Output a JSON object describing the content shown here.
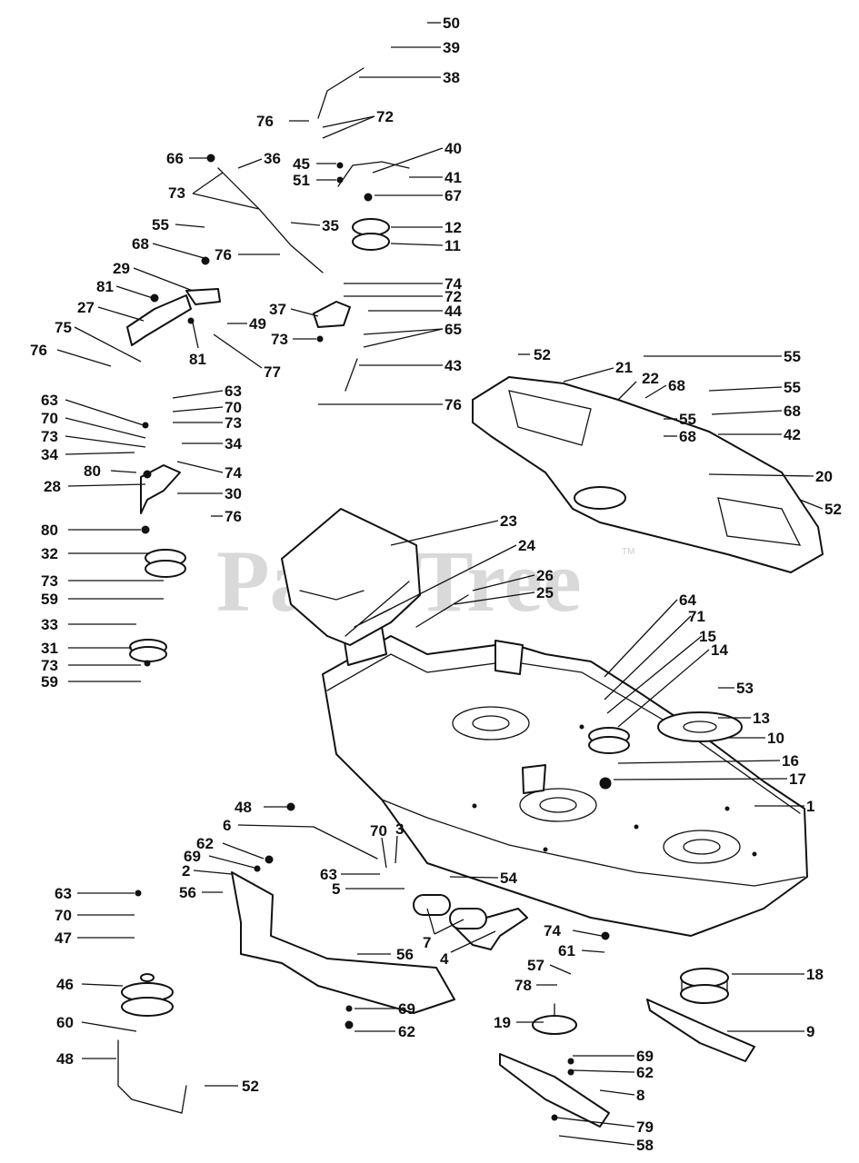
{
  "watermark": {
    "text": "PartsTree",
    "trademark": "TM"
  },
  "callouts": [
    {
      "id": "c50",
      "label": "50"
    },
    {
      "id": "c39",
      "label": "39"
    },
    {
      "id": "c38",
      "label": "38"
    },
    {
      "id": "c76a",
      "label": "76"
    },
    {
      "id": "c72a",
      "label": "72"
    },
    {
      "id": "c66",
      "label": "66"
    },
    {
      "id": "c36",
      "label": "36"
    },
    {
      "id": "c45",
      "label": "45"
    },
    {
      "id": "c40",
      "label": "40"
    },
    {
      "id": "c73a",
      "label": "73"
    },
    {
      "id": "c51",
      "label": "51"
    },
    {
      "id": "c41",
      "label": "41"
    },
    {
      "id": "c67",
      "label": "67"
    },
    {
      "id": "c55a",
      "label": "55"
    },
    {
      "id": "c35",
      "label": "35"
    },
    {
      "id": "c12",
      "label": "12"
    },
    {
      "id": "c68a",
      "label": "68"
    },
    {
      "id": "c76b",
      "label": "76"
    },
    {
      "id": "c11",
      "label": "11"
    },
    {
      "id": "c29",
      "label": "29"
    },
    {
      "id": "c81a",
      "label": "81"
    },
    {
      "id": "c74a",
      "label": "74"
    },
    {
      "id": "c72b",
      "label": "72"
    },
    {
      "id": "c27",
      "label": "27"
    },
    {
      "id": "c37",
      "label": "37"
    },
    {
      "id": "c44",
      "label": "44"
    },
    {
      "id": "c49",
      "label": "49"
    },
    {
      "id": "c65",
      "label": "65"
    },
    {
      "id": "c75",
      "label": "75"
    },
    {
      "id": "c73b",
      "label": "73"
    },
    {
      "id": "c76c",
      "label": "76"
    },
    {
      "id": "c81b",
      "label": "81"
    },
    {
      "id": "c77",
      "label": "77"
    },
    {
      "id": "c52a",
      "label": "52"
    },
    {
      "id": "c55b",
      "label": "55"
    },
    {
      "id": "c43",
      "label": "43"
    },
    {
      "id": "c21",
      "label": "21"
    },
    {
      "id": "c22",
      "label": "22"
    },
    {
      "id": "c68b",
      "label": "68"
    },
    {
      "id": "c55c",
      "label": "55"
    },
    {
      "id": "c63a",
      "label": "63"
    },
    {
      "id": "c63b",
      "label": "63"
    },
    {
      "id": "c70a",
      "label": "70"
    },
    {
      "id": "c76d",
      "label": "76"
    },
    {
      "id": "c55d",
      "label": "55"
    },
    {
      "id": "c68c",
      "label": "68"
    },
    {
      "id": "c70b",
      "label": "70"
    },
    {
      "id": "c73c",
      "label": "73"
    },
    {
      "id": "c68d",
      "label": "68"
    },
    {
      "id": "c42",
      "label": "42"
    },
    {
      "id": "c73d",
      "label": "73"
    },
    {
      "id": "c34a",
      "label": "34"
    },
    {
      "id": "c34b",
      "label": "34"
    },
    {
      "id": "c74b",
      "label": "74"
    },
    {
      "id": "c80a",
      "label": "80"
    },
    {
      "id": "c20",
      "label": "20"
    },
    {
      "id": "c28",
      "label": "28"
    },
    {
      "id": "c30",
      "label": "30"
    },
    {
      "id": "c52b",
      "label": "52"
    },
    {
      "id": "c76e",
      "label": "76"
    },
    {
      "id": "c80b",
      "label": "80"
    },
    {
      "id": "c23",
      "label": "23"
    },
    {
      "id": "c32",
      "label": "32"
    },
    {
      "id": "c24",
      "label": "24"
    },
    {
      "id": "c73e",
      "label": "73"
    },
    {
      "id": "c26",
      "label": "26"
    },
    {
      "id": "c59a",
      "label": "59"
    },
    {
      "id": "c25",
      "label": "25"
    },
    {
      "id": "c64",
      "label": "64"
    },
    {
      "id": "c71",
      "label": "71"
    },
    {
      "id": "c33",
      "label": "33"
    },
    {
      "id": "c15",
      "label": "15"
    },
    {
      "id": "c31",
      "label": "31"
    },
    {
      "id": "c14",
      "label": "14"
    },
    {
      "id": "c73f",
      "label": "73"
    },
    {
      "id": "c53",
      "label": "53"
    },
    {
      "id": "c59b",
      "label": "59"
    },
    {
      "id": "c13",
      "label": "13"
    },
    {
      "id": "c10",
      "label": "10"
    },
    {
      "id": "c16",
      "label": "16"
    },
    {
      "id": "c17",
      "label": "17"
    },
    {
      "id": "c48a",
      "label": "48"
    },
    {
      "id": "c1",
      "label": "1"
    },
    {
      "id": "c6",
      "label": "6"
    },
    {
      "id": "c70c",
      "label": "70"
    },
    {
      "id": "c3",
      "label": "3"
    },
    {
      "id": "c62a",
      "label": "62"
    },
    {
      "id": "c69a",
      "label": "69"
    },
    {
      "id": "c63c",
      "label": "63"
    },
    {
      "id": "c2",
      "label": "2"
    },
    {
      "id": "c54",
      "label": "54"
    },
    {
      "id": "c5",
      "label": "5"
    },
    {
      "id": "c63d",
      "label": "63"
    },
    {
      "id": "c56a",
      "label": "56"
    },
    {
      "id": "c70d",
      "label": "70"
    },
    {
      "id": "c74c",
      "label": "74"
    },
    {
      "id": "c7",
      "label": "7"
    },
    {
      "id": "c47",
      "label": "47"
    },
    {
      "id": "c4",
      "label": "4"
    },
    {
      "id": "c61",
      "label": "61"
    },
    {
      "id": "c56b",
      "label": "56"
    },
    {
      "id": "c57",
      "label": "57"
    },
    {
      "id": "c18",
      "label": "18"
    },
    {
      "id": "c46",
      "label": "46"
    },
    {
      "id": "c78",
      "label": "78"
    },
    {
      "id": "c69b",
      "label": "69"
    },
    {
      "id": "c60",
      "label": "60"
    },
    {
      "id": "c62b",
      "label": "62"
    },
    {
      "id": "c19",
      "label": "19"
    },
    {
      "id": "c9",
      "label": "9"
    },
    {
      "id": "c48b",
      "label": "48"
    },
    {
      "id": "c69c",
      "label": "69"
    },
    {
      "id": "c62c",
      "label": "62"
    },
    {
      "id": "c52c",
      "label": "52"
    },
    {
      "id": "c8",
      "label": "8"
    },
    {
      "id": "c79",
      "label": "79"
    },
    {
      "id": "c58",
      "label": "58"
    }
  ]
}
